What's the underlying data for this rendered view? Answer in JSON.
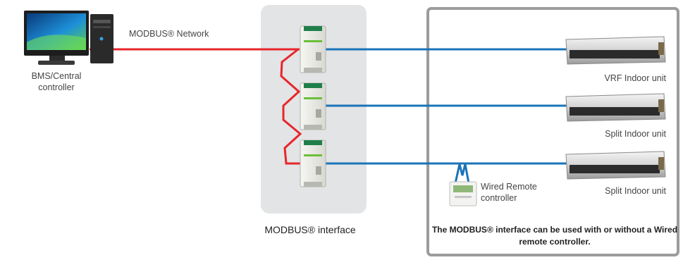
{
  "labels": {
    "network": "MODBUS® Network",
    "bms": "BMS/Central controller",
    "interface": "MODBUS® interface",
    "vrf_unit": "VRF Indoor unit",
    "split_unit_1": "Split Indoor unit",
    "split_unit_2": "Split Indoor unit",
    "wired_remote": "Wired Remote controller",
    "note": "The MODBUS® interface can be used with or without a Wired remote controller."
  },
  "colors": {
    "network_line": "#e8262b",
    "device_line": "#1a74b8",
    "interface_panel": "#e2e4e6",
    "frame": "#9c9c9c"
  },
  "icons": {
    "computer": "desktop-computer-icon",
    "interface_module": "din-rail-gateway-module",
    "indoor_unit": "ducted-indoor-unit",
    "remote": "wired-remote-controller-icon"
  }
}
